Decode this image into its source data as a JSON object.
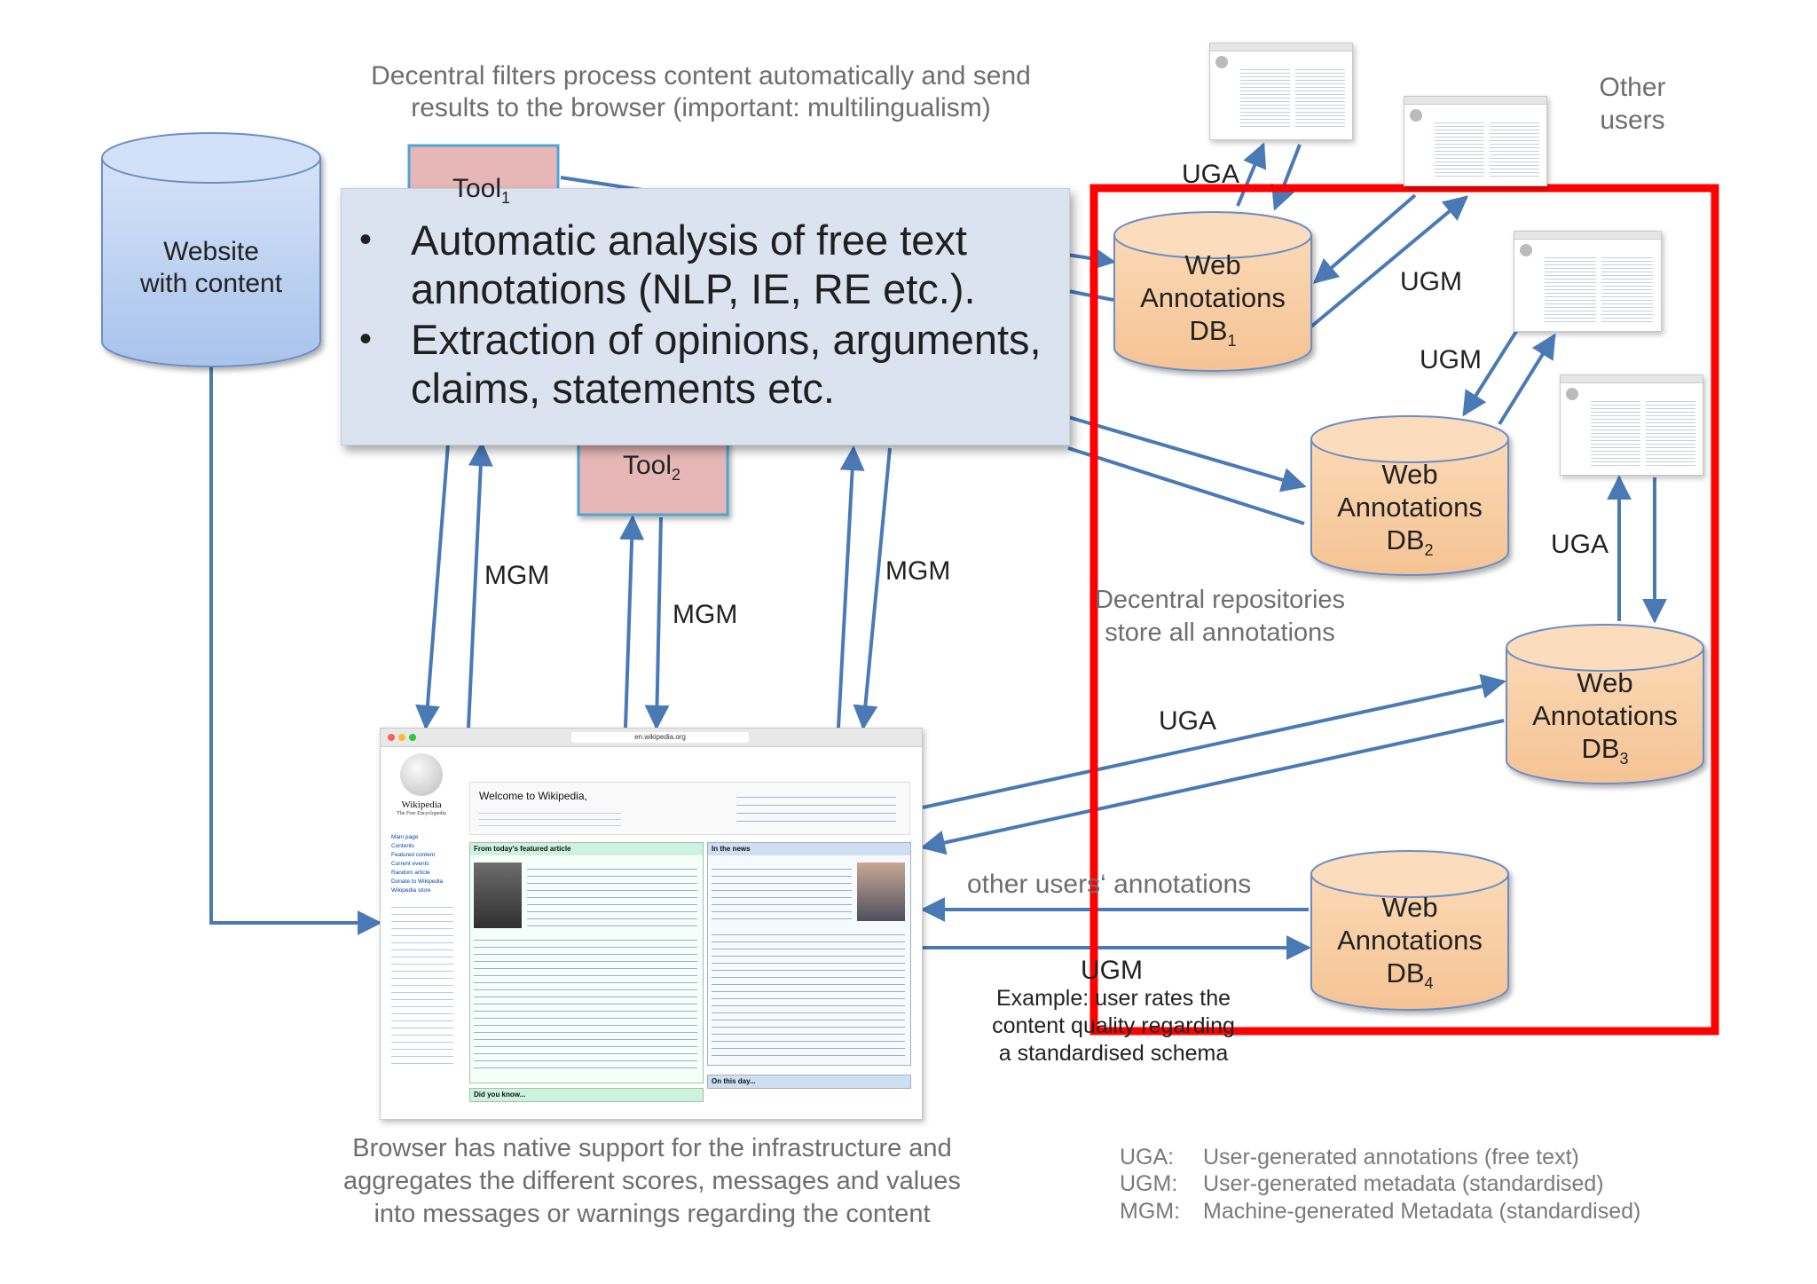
{
  "title_top": [
    "Decentral filters process content automatically and send",
    "results to the browser (important: multilingualism)"
  ],
  "website_db": [
    "Website",
    "with content"
  ],
  "tool1": {
    "base": "Tool",
    "sub": "1"
  },
  "tool2": {
    "base": "Tool",
    "sub": "2"
  },
  "callout_items": [
    "Automatic analysis of free text annotations (NLP, IE, RE etc.).",
    "Extraction of opinions, arguments, claims, statements etc."
  ],
  "db1": {
    "l1": "Web",
    "l2": "Annotations",
    "l3": "DB",
    "sub": "1"
  },
  "db2": {
    "l1": "Web",
    "l2": "Annotations",
    "l3": "DB",
    "sub": "2"
  },
  "db3": {
    "l1": "Web",
    "l2": "Annotations",
    "l3": "DB",
    "sub": "3"
  },
  "db4": {
    "l1": "Web",
    "l2": "Annotations",
    "l3": "DB",
    "sub": "4"
  },
  "other_users": [
    "Other",
    "users"
  ],
  "edge_labels": {
    "uga": "UGA",
    "ugm": "UGM",
    "mgm": "MGM"
  },
  "repos_text": [
    "Decentral repositories",
    "store all annotations"
  ],
  "other_annotations": "other users‘ annotations",
  "example_text": [
    "Example: user rates the",
    "content quality regarding",
    "a standardised schema"
  ],
  "browser_text": [
    "Browser has native support for the infrastructure and",
    "aggregates the different scores, messages and values",
    "into messages or warnings regarding the content"
  ],
  "legend": [
    {
      "abbr": "UGA:",
      "desc": "User-generated annotations (free text)"
    },
    {
      "abbr": "UGM:",
      "desc": "User-generated metadata (standardised)"
    },
    {
      "abbr": "MGM:",
      "desc": "Machine-generated Metadata (standardised)"
    }
  ],
  "wikipedia": {
    "url": "en.wikipedia.org",
    "logo": "Wikipedia",
    "tagline": "The Free Encyclopedia",
    "welcome": "Welcome to Wikipedia,",
    "featured": "From today's featured article",
    "news": "In the news",
    "didyouknow": "Did you know...",
    "onthisday": "On this day...",
    "nav": [
      "Main page",
      "Contents",
      "Featured content",
      "Current events",
      "Random article",
      "Donate to Wikipedia",
      "Wikipedia store"
    ]
  },
  "colors": {
    "db_fill": "#f8cfa6",
    "db_stroke": "#d79a66",
    "website_fill": "#c2d5f3",
    "tool_fill": "#e6b7b6",
    "arrow": "#4a7ab6",
    "highlight": "#ff0000"
  }
}
